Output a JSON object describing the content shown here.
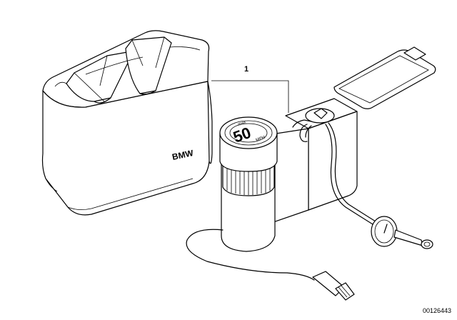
{
  "diagram": {
    "callout_number": "1",
    "bag_brand_label": "BMW",
    "cap_speed_value": "50",
    "cap_speed_unit_top": "max",
    "cap_speed_unit_bottom": "MPH",
    "drawing_number": "00126443"
  },
  "parts": {
    "storage_bag": "storage-bag",
    "compressor": "tire-compressor",
    "sealant_bottle": "sealant-bottle",
    "pressure_gauge": "pressure-gauge",
    "power_plug": "power-plug"
  }
}
